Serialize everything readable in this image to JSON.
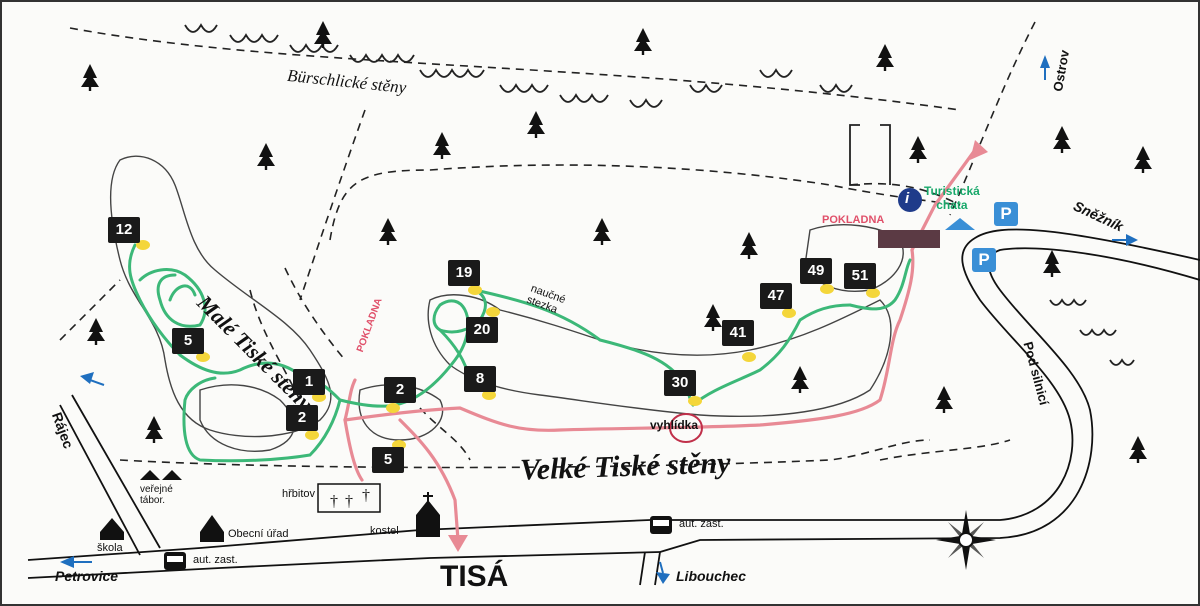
{
  "map": {
    "town": "TISÁ",
    "ridges": {
      "burschlicke": "Bürschlické stěny",
      "male": "Malé Tiské stěny",
      "velke": "Velké Tiské stěny"
    },
    "roads": {
      "ostrov": "Ostrov",
      "sneznik": "Sněžník",
      "rajec": "Rájec",
      "petrovice": "Petrovice",
      "libouchec": "Libouchec",
      "pod_silnici": "Pod silnicí"
    },
    "poi": {
      "turisticka": "Turistická\nchata",
      "pokladna_top": "POKLADNA",
      "pokladna_left": "POKLADNA",
      "naucne": "naučné\nstezka",
      "vyhlidka": "vyhlídka",
      "verejne": "veřejné\ntábor.",
      "hrbitov": "hřbitov",
      "obecni": "Obecní úřad",
      "kostel": "kostel",
      "skola": "škola",
      "aut_zast_1": "aut. zast.",
      "aut_zast_2": "aut. zast.",
      "info": "i",
      "parking": "P"
    },
    "markers": [
      "12",
      "5",
      "1",
      "2",
      "2",
      "5",
      "19",
      "20",
      "8",
      "30",
      "41",
      "47",
      "49",
      "51"
    ],
    "colors": {
      "green_trail": "#3cb878",
      "red_trail": "#e88a95",
      "dashed_path": "#222222",
      "info": "#1f3b8a",
      "parking": "#3a8fd6",
      "marker_dot": "#f4d63a"
    }
  }
}
